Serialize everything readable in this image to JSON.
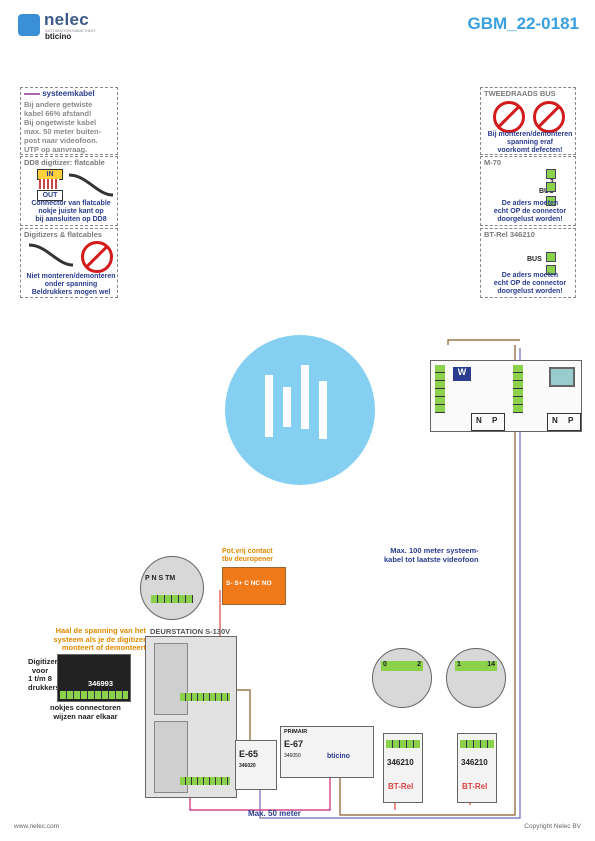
{
  "header": {
    "brand_name": "nelec",
    "brand_tagline": "AUTOMATION MADE EASY",
    "brand_sub": "bticino",
    "doc_code": "GBM_22-0181"
  },
  "notes_left": {
    "systemcable": {
      "title": "systeemkabel",
      "lines": [
        "Bij andere getwiste",
        "kabel 66% afstand!",
        "Bij ongetwiste kabel",
        "max. 50 meter buiten-",
        "post naar videofoon.",
        "UTP op aanvraag."
      ]
    },
    "dd8": {
      "title": "DD8 digitizer: flatcable",
      "in": "IN",
      "out": "OUT",
      "text": [
        "Connector van flatcable",
        "nokje juiste kant op",
        "bij aansluiten op DD8"
      ]
    },
    "digitizers": {
      "title": "Digitizers & flatcables",
      "text": [
        "Niet monteren/demonteren",
        "onder spanning",
        "Beldrukkers mogen wel"
      ]
    }
  },
  "notes_right": {
    "bus": {
      "title": "TWEEDRAADS BUS",
      "text": [
        "Bij monteren/demonteren",
        "spanning eraf",
        "voorkomt defecten!"
      ]
    },
    "m70": {
      "title": "M-70",
      "t1": "1",
      "t2": "2",
      "bus": "BUS",
      "text": [
        "De aders moeten",
        "echt OP de connector",
        "doorgelust worden!"
      ]
    },
    "btrel": {
      "title": "BT-Rel 346210",
      "bus": "BUS",
      "text": [
        "De aders moeten",
        "echt OP de connector",
        "doorgelust worden!"
      ]
    }
  },
  "diagram": {
    "contact_title": [
      "Pot.vrij contact",
      "tbv deuropener"
    ],
    "contact_terms": "S-  S+ C NC NO",
    "connector_labels": "P N S TM",
    "warning": [
      "Haal de spanning van het",
      "systeem als je de digitizer",
      "monteert of demonteert"
    ],
    "door_station": "DEURSTATION S-130V",
    "digitizer_label": [
      "Digitizer",
      "voor",
      "1 t/m 8",
      "drukkers"
    ],
    "digitizer_code": "346993",
    "nokjes": [
      "nokjes connectoren",
      "wijzen naar elkaar"
    ],
    "e65": "E-65",
    "e65_code": "346020",
    "e67": "E-67",
    "e67_code": "346050",
    "e67_top": "PRIMAIR",
    "rel_code": "346210",
    "rel_name": "BT-Rel",
    "max100": [
      "Max. 100 meter systeem-",
      "kabel tot laatste videofoon"
    ],
    "max50": "Max. 50 meter",
    "circle_a": "0",
    "circle_b": "2",
    "circle_c": "1",
    "circle_d": "14",
    "np_n": "N",
    "np_p": "P",
    "monitor_w": "W"
  },
  "footer": {
    "left": "www.nelec.com",
    "right": "Copyright Nelec BV"
  },
  "colors": {
    "accent": "#39a0e0",
    "warn": "#e08a00",
    "text_blue": "#2a3d8f"
  }
}
